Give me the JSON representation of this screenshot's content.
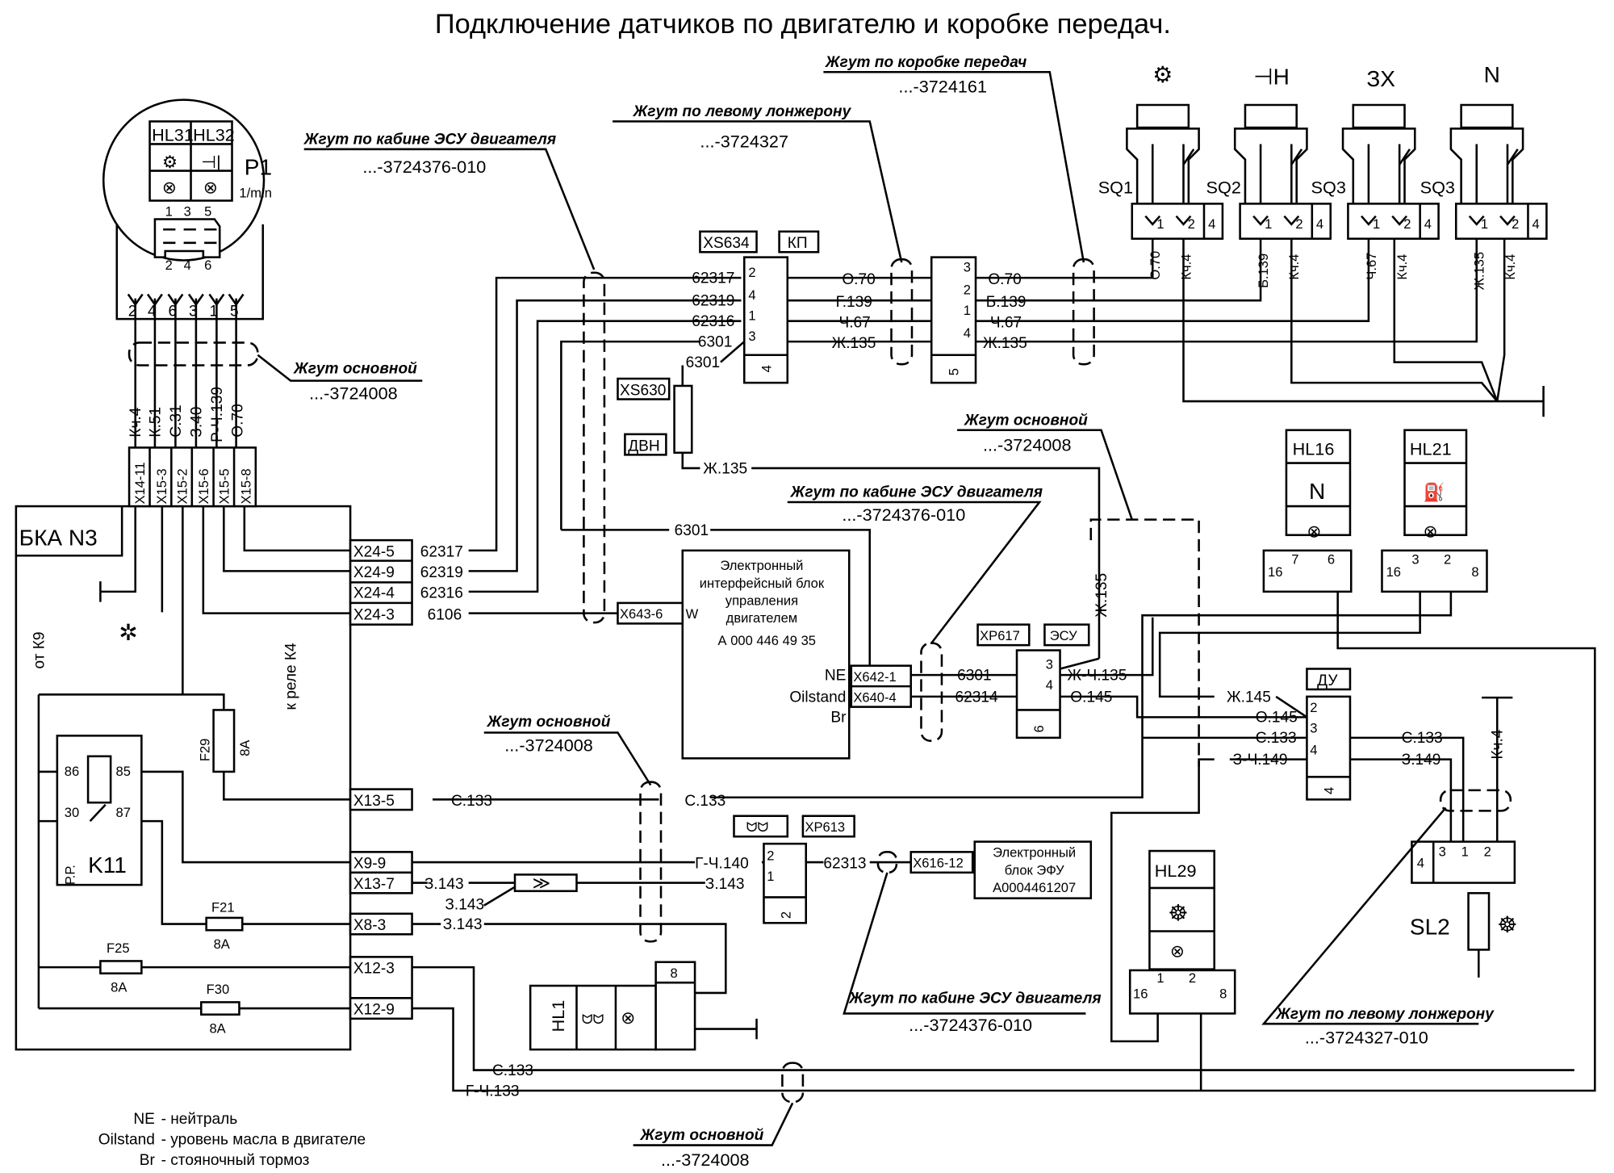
{
  "title": "Подключение датчиков по двигателю и коробке передач.",
  "colors": {
    "line": "#000000",
    "background": "#ffffff"
  },
  "gauge": {
    "name": "P1",
    "lamps": [
      "HL31",
      "HL32"
    ],
    "unit": "1/min",
    "pins_top": [
      "1",
      "3",
      "5"
    ],
    "pins_bottom": [
      "2",
      "4",
      "6"
    ],
    "out_pins": [
      "2",
      "4",
      "6",
      "3",
      "1",
      "5"
    ],
    "icons": [
      "gearbox-icon",
      "parking-brake-icon",
      "lamp-icon"
    ]
  },
  "gauge_wires": [
    "Кч.4",
    "К.51",
    "С.31",
    "З.40",
    "Р-Ч.139",
    "О.70"
  ],
  "bka": {
    "name": "БКА N3",
    "top_connectors": [
      "X14-11",
      "X15-3",
      "X15-2",
      "X15-6",
      "X15-5",
      "X15-8"
    ],
    "right_connectors": [
      "X24-5",
      "X24-9",
      "X24-4",
      "X24-3",
      "X13-5",
      "X9-9",
      "X13-7",
      "X8-3",
      "X12-3",
      "X12-9"
    ],
    "right_wires": [
      "62317",
      "62319",
      "62316",
      "6106"
    ],
    "from_k9": "от К9",
    "to_relay": "к реле К4",
    "relay": {
      "name": "K11",
      "type": "Р.Р.",
      "pins": [
        "86",
        "85",
        "30",
        "87"
      ]
    },
    "fuses": [
      {
        "name": "F29",
        "rating": "8А"
      },
      {
        "name": "F21",
        "rating": "8А"
      },
      {
        "name": "F25",
        "rating": "8А"
      },
      {
        "name": "F30",
        "rating": "8А"
      }
    ]
  },
  "harnesses": {
    "cab_esu": {
      "label": "Жгут по кабине ЭСУ двигателя",
      "part": "...-3724376-010"
    },
    "left_spar": {
      "label": "Жгут по левому лонжерону",
      "part": "...-3724327"
    },
    "gearbox": {
      "label": "Жгут по коробке передач",
      "part": "...-3724161"
    },
    "main": {
      "label": "Жгут основной",
      "part": "...-3724008"
    },
    "left_spar_010": {
      "label": "Жгут по левому лонжерону",
      "part": "...-3724327-010"
    }
  },
  "xs634": {
    "name": "XS634",
    "tag": "КП",
    "pins": [
      "2",
      "4",
      "1",
      "3"
    ],
    "count": "4",
    "wires_in": [
      "62317",
      "62319",
      "62316",
      "6301"
    ],
    "extra_wire": "6301"
  },
  "mid_wires": [
    "О.70",
    "Г.139",
    "Ч.67",
    "Ж.135"
  ],
  "x5": {
    "pins": [
      "3",
      "2",
      "1",
      "4"
    ],
    "count": "5"
  },
  "right_wires": [
    "О.70",
    "Б.139",
    "Ч.67",
    "Ж.135"
  ],
  "sensors": [
    {
      "name": "SQ1",
      "symbol": "gear",
      "wires": [
        "О.70",
        "Кч.4"
      ]
    },
    {
      "name": "SQ2",
      "symbol": "⊣H",
      "wires": [
        "Б.139",
        "Кч.4"
      ]
    },
    {
      "name": "SQ3",
      "symbol": "ЗХ",
      "wires": [
        "Ч.67",
        "Кч.4"
      ]
    },
    {
      "name": "SQ3",
      "symbol": "N",
      "wires": [
        "Ж.135",
        "Кч.4"
      ]
    }
  ],
  "sensor_pins": [
    "1",
    "2",
    "4"
  ],
  "xs630": {
    "name": "XS630",
    "tag": "ДВН",
    "wire": "Ж.135"
  },
  "wire_6301": "6301",
  "hl16": {
    "name": "HL16",
    "symbol": "N",
    "pins": [
      "16",
      "7",
      "6"
    ]
  },
  "hl21": {
    "name": "HL21",
    "pins": [
      "16",
      "3",
      "2",
      "8"
    ]
  },
  "ecu": {
    "lines": [
      "Электронный",
      "интерфейсный блок",
      "управления",
      "двигателем",
      "А 000 446 49 35"
    ],
    "inputs": [
      "NE",
      "Oilstand",
      "Br"
    ],
    "w_pin": "W",
    "connectors": [
      "X643-6",
      "X642-1",
      "X640-4"
    ],
    "wires": [
      "6301",
      "62314"
    ]
  },
  "xp617": {
    "name": "XP617",
    "tag": "ЭСУ",
    "pins": [
      "3",
      "4"
    ],
    "count": "6",
    "wires": [
      "Ж-Ч.135",
      "О.145"
    ],
    "vertical_wire": "Ж.135"
  },
  "du": {
    "name": "ДУ",
    "pins": [
      "2",
      "3",
      "4"
    ],
    "count": "4",
    "left_wires": [
      "Ж.145",
      "О.145",
      "С.133",
      "З-Ч.149"
    ],
    "right_wires": [
      "С.133",
      "З.149"
    ],
    "kch": "Кч.4"
  },
  "sl2": {
    "name": "SL2",
    "pins": [
      "4",
      "3",
      "1",
      "2"
    ]
  },
  "hl29": {
    "name": "HL29",
    "pins": [
      "16",
      "1",
      "2",
      "8"
    ]
  },
  "x13_wires": [
    "С.133",
    "С.133"
  ],
  "xp613": {
    "name": "XP613",
    "pins": [
      "2",
      "1"
    ],
    "count": "2",
    "wires_left": [
      "Г-Ч.140",
      "З.143"
    ],
    "wire_right": "62313",
    "connector": "X616-12"
  },
  "efu": {
    "lines": [
      "Электронный",
      "блок ЭФУ",
      "A0004461207"
    ]
  },
  "x8_wires": [
    "З.143",
    "З.143",
    "З.143"
  ],
  "hl1": {
    "name": "HL1",
    "pins": [
      "8"
    ]
  },
  "bottom_wires": [
    "С.133",
    "Г-Ч.133"
  ],
  "legend": [
    {
      "key": "NE",
      "value": "- нейтраль"
    },
    {
      "key": "Oilstand",
      "value": "- уровень масла в двигателе"
    },
    {
      "key": "Br",
      "value": "- стояночный тормоз"
    }
  ]
}
